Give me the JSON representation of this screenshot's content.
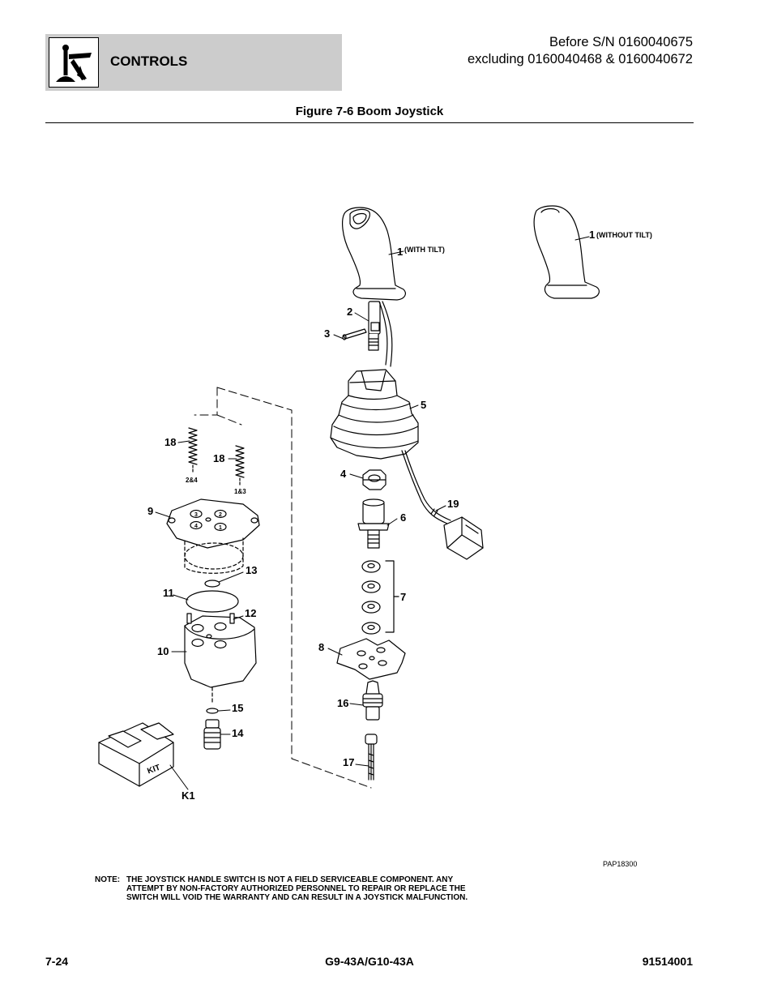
{
  "header": {
    "section_title": "CONTROLS",
    "serial_line1": "Before S/N 0160040675",
    "serial_line2": "excluding 0160040468 & 0160040672"
  },
  "figure": {
    "title": "Figure 7-6 Boom Joystick",
    "code": "PAP18300",
    "callouts": {
      "c1_with_tilt": "1",
      "with_tilt_label": "(WITH TILT)",
      "c1_without_tilt": "1",
      "without_tilt_label": "(WITHOUT TILT)",
      "c2": "2",
      "c3": "3",
      "c4": "4",
      "c5": "5",
      "c6": "6",
      "c7": "7",
      "c8": "8",
      "c9": "9",
      "c10": "10",
      "c11": "11",
      "c12": "12",
      "c13": "13",
      "c14": "14",
      "c15": "15",
      "c16": "16",
      "c17": "17",
      "c18a": "18",
      "c18b": "18",
      "c19": "19",
      "k1": "K1",
      "spring_pos_a": "2&4",
      "spring_pos_b": "1&3",
      "kit_label": "KIT",
      "port_numbers": [
        "3",
        "2",
        "4",
        "1"
      ]
    }
  },
  "note": {
    "label": "NOTE:",
    "text": "THE JOYSTICK HANDLE SWITCH IS NOT A FIELD SERVICEABLE COMPONENT. ANY\nATTEMPT BY NON-FACTORY AUTHORIZED PERSONNEL TO REPAIR OR REPLACE THE\nSWITCH WILL VOID THE WARRANTY AND CAN RESULT IN A JOYSTICK MALFUNCTION."
  },
  "footer": {
    "page_number": "7-24",
    "model": "G9-43A/G10-43A",
    "doc_number": "91514001"
  }
}
